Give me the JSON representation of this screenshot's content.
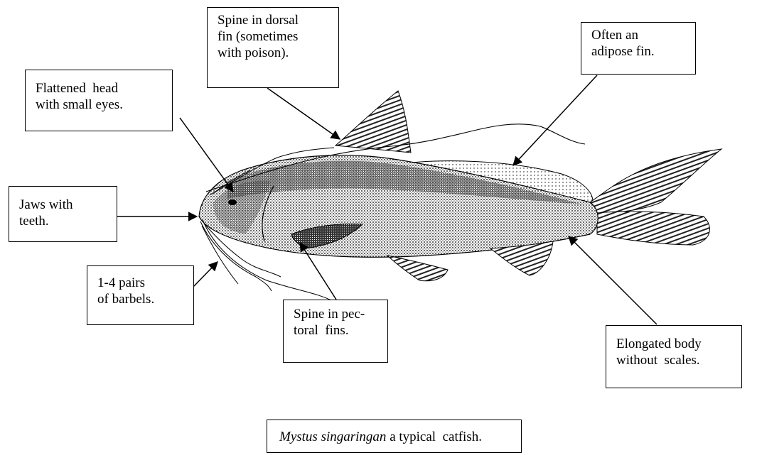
{
  "labels": {
    "dorsal_fin": [
      "Spine in dorsal",
      "fin (sometimes",
      "with poison)."
    ],
    "adipose_fin": [
      "Often an",
      "adipose fin."
    ],
    "head": [
      "Flattened  head",
      "with small eyes."
    ],
    "jaws": [
      "Jaws with",
      "teeth."
    ],
    "barbels": [
      "1-4 pairs",
      "of barbels."
    ],
    "pectoral_fin": [
      "Spine in pec-",
      "toral  fins."
    ],
    "body": [
      "Elongated body",
      "without  scales."
    ]
  },
  "caption": {
    "species": "Mystus singaringan",
    "text": " a typical  catfish."
  }
}
